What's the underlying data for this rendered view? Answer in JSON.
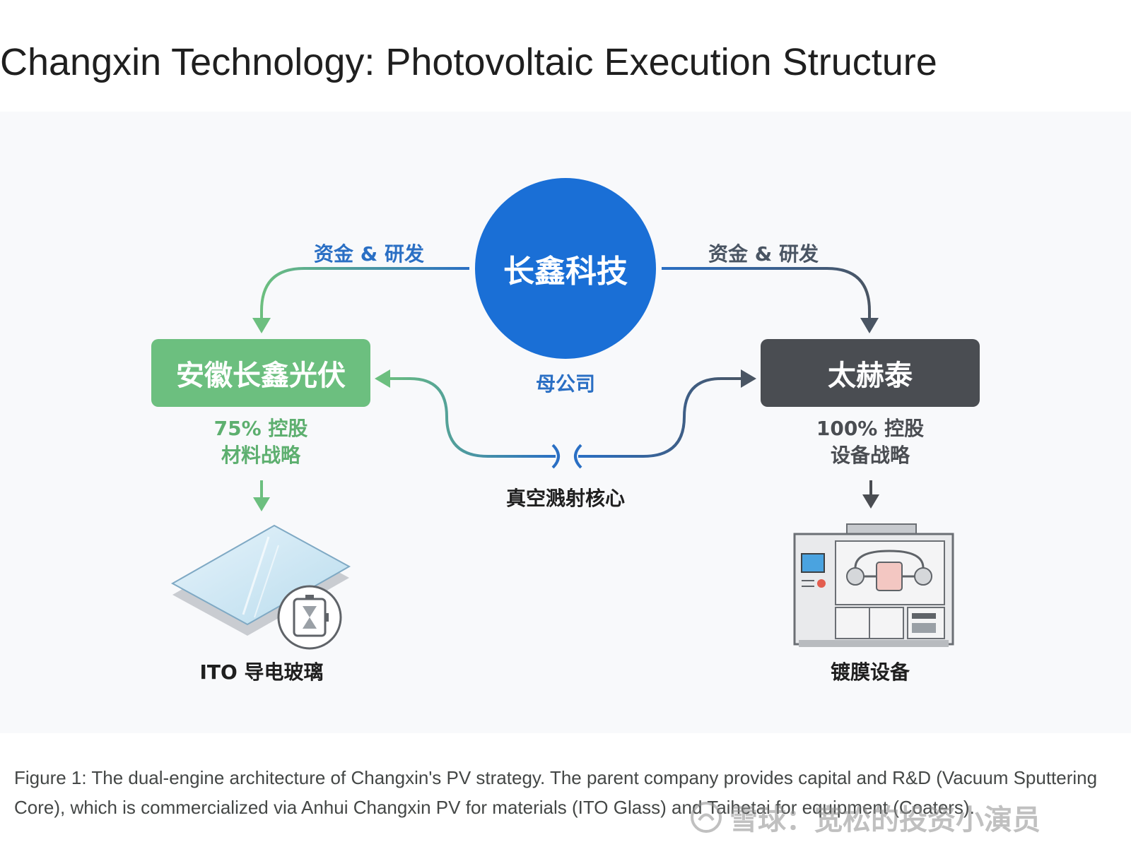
{
  "title": "Changxin Technology: Photovoltaic Execution Structure",
  "diagram": {
    "parent": {
      "name": "长鑫科技",
      "caption": "母公司"
    },
    "flow_left_label": "资金 & 研发",
    "flow_right_label": "资金 & 研发",
    "left_subsidiary": {
      "name": "安徽长鑫光伏",
      "stake": "75% 控股",
      "strategy": "材料战略",
      "product": "ITO 导电玻璃"
    },
    "right_subsidiary": {
      "name": "太赫泰",
      "stake": "100% 控股",
      "strategy": "设备战略",
      "product": "镀膜设备"
    },
    "core_label": "真空溅射核心",
    "colors": {
      "parent": "#1a6fd6",
      "materials": "#6cbf7f",
      "equipment": "#4a4d52"
    }
  },
  "caption": "Figure 1: The dual-engine architecture of Changxin's PV strategy. The parent company provides capital and R&D (Vacuum Sputtering Core), which is commercialized via Anhui Changxin PV for materials (ITO Glass) and Taihetai for equipment (Coaters).",
  "watermark": "雪球：宽松的投资小演员"
}
